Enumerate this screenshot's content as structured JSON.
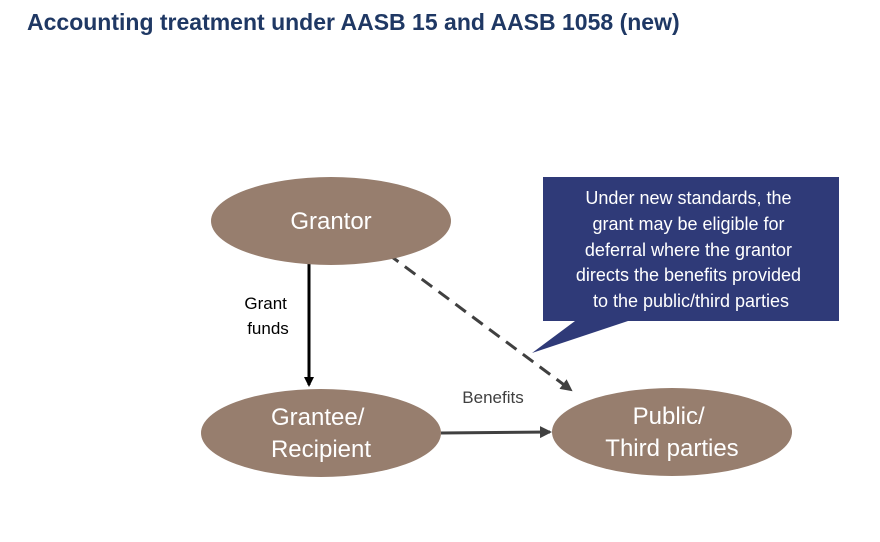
{
  "title": "Accounting treatment under AASB 15 and AASB 1058 (new)",
  "colors": {
    "title": "#1f3864",
    "node_fill": "#977e6e",
    "callout_fill": "#2f3a78",
    "arrow_black": "#000000",
    "arrow_gray": "#404040"
  },
  "nodes": {
    "grantor": {
      "lines": [
        "Grantor"
      ]
    },
    "grantee": {
      "lines": [
        "Grantee/",
        "Recipient"
      ]
    },
    "public": {
      "lines": [
        "Public/",
        "Third parties"
      ]
    }
  },
  "edges": {
    "grant_funds": {
      "lines": [
        "Grant",
        "funds"
      ]
    },
    "benefits": {
      "lines": [
        "Benefits"
      ]
    }
  },
  "callout": {
    "lines": [
      "Under new standards, the",
      "grant may be eligible for",
      "deferral where the grantor",
      "directs the benefits provided",
      "to the public/third parties"
    ]
  }
}
